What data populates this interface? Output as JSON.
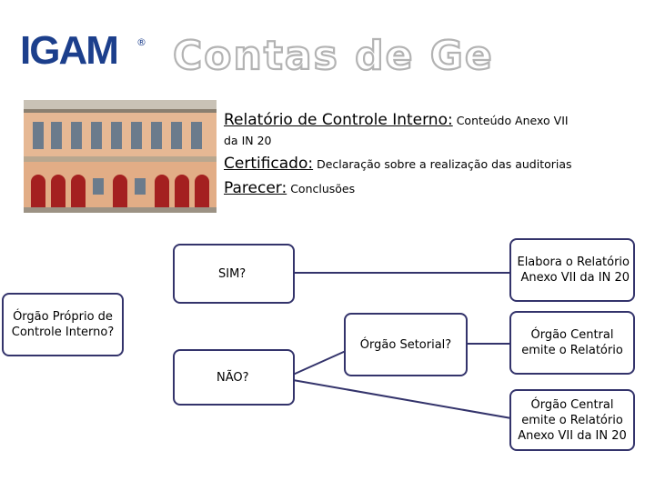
{
  "logo": {
    "text": "IGAM",
    "mark": "®"
  },
  "title": "Contas de Gestão",
  "header": {
    "line1_label": "Relatório de Controle Interno:",
    "line1_rest": " Conteúdo Anexo VII",
    "line1_cont": "da IN 20",
    "line2_label": "Certificado:",
    "line2_rest": " Declaração sobre a realização das auditorias",
    "line3_label": "Parecer:",
    "line3_rest": " Conclusões"
  },
  "flow": {
    "orgao_proprio": [
      "Órgão Próprio de",
      "Controle Interno?"
    ],
    "sim": "SIM?",
    "nao": "NÃO?",
    "orgao_setorial": "Órgão Setorial?",
    "elabora": [
      "Elabora o Relatório",
      "Anexo VII da IN 20"
    ],
    "central_emite": [
      "Órgão Central",
      "emite o Relatório"
    ],
    "central_emite_anexo": [
      "Órgão Central",
      "emite o Relatório",
      "Anexo VII da IN 20"
    ]
  },
  "colors": {
    "box_border": "#33336b",
    "logo_blue": "#1c3f8c",
    "title_gray": "#b3b3b3"
  }
}
